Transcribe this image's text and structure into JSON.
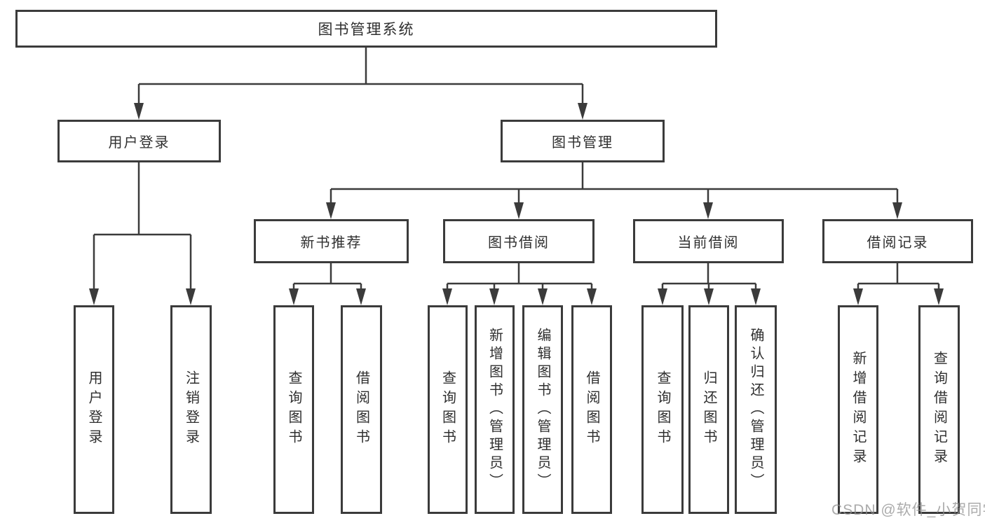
{
  "tree": {
    "root": {
      "label": "图书管理系统"
    },
    "branches": [
      {
        "label": "用户登录",
        "children": [
          "用户登录",
          "注销登录"
        ]
      },
      {
        "label": "图书管理",
        "children": [
          {
            "label": "新书推荐",
            "children": [
              "查询图书",
              "借阅图书"
            ]
          },
          {
            "label": "图书借阅",
            "children": [
              "查询图书",
              "新增图书（管理员）",
              "编辑图书（管理员）",
              "借阅图书"
            ]
          },
          {
            "label": "当前借阅",
            "children": [
              "查询图书",
              "归还图书",
              "确认归还（管理员）"
            ]
          },
          {
            "label": "借阅记录",
            "children": [
              "新增借阅记录",
              "查询借阅记录"
            ]
          }
        ]
      }
    ]
  },
  "watermark": "CSDN @软件_小贺同学",
  "colors": {
    "line": "#3b3b3b",
    "text": "#2f2f2f",
    "watermark": "#8f8f8f",
    "background": "#ffffff"
  }
}
